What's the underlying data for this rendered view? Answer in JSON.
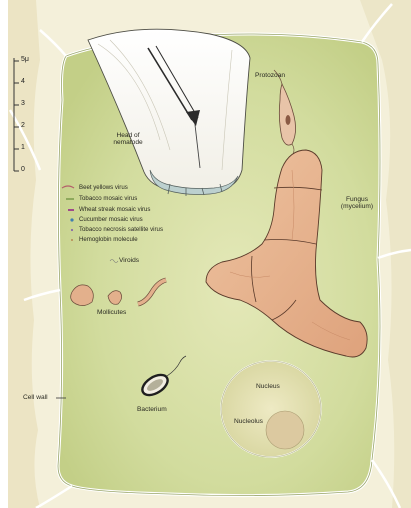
{
  "scale": {
    "ticks": [
      "5μ",
      "4",
      "3",
      "2",
      "1",
      "0"
    ]
  },
  "labels": {
    "nematode": "Head of nematode",
    "protozoan": "Protozoan",
    "fungus": "Fungus (mycelium)",
    "viroids": "Viroids",
    "mollicutes": "Mollicutes",
    "cell_wall": "Cell wall",
    "bacterium": "Bacterium",
    "nucleus": "Nucleus",
    "nucleolus": "Nucleolus"
  },
  "legend": [
    {
      "label": "Beet yellows virus",
      "color": "#b4606a"
    },
    {
      "label": "Tobacco mosaic virus",
      "color": "#7a9a4a"
    },
    {
      "label": "Wheat streak mosaic virus",
      "color": "#a04a8a"
    },
    {
      "label": "Cucumber mosaic virus",
      "color": "#3f7fb0"
    },
    {
      "label": "Tobacco necrosis satellite virus",
      "color": "#8a6aa8"
    },
    {
      "label": "Hemoglobin molecule",
      "color": "#b07040"
    }
  ],
  "colors": {
    "cell_interior": "#d7dfa6",
    "cell_wall": "#f3eed6",
    "fungus": "#e9b48e",
    "nucleus": "#e6e2b0",
    "nucleolus": "#dcc9a0",
    "nematode_tail": "#bcd0cf"
  }
}
